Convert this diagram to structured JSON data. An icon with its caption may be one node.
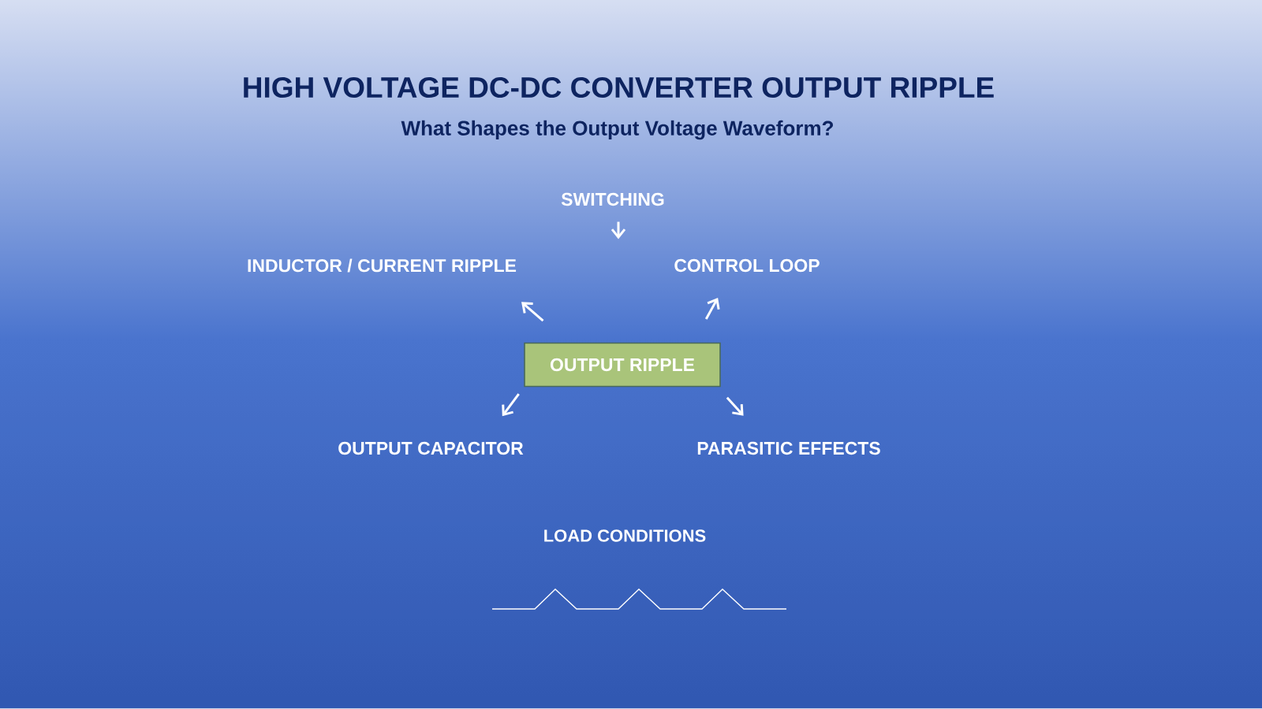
{
  "diagram": {
    "title": "HIGH VOLTAGE DC-DC CONVERTER OUTPUT RIPPLE",
    "caption": "What Shapes the Output Voltage Waveform?",
    "nodes": [
      {
        "text": [
          "SWITCHING"
        ]
      },
      {
        "text": [
          "INDUCTOR / CURRENT RIPPLE"
        ]
      },
      {
        "text": [
          "CONTROL LOOP"
        ]
      },
      {
        "text": [
          "OUTPUT RIPPLE"
        ]
      },
      {
        "text": [
          "OUTPUT CAPACITOR"
        ]
      },
      {
        "text": [
          "PARASITIC EFFECTS"
        ]
      }
    ],
    "edges": [
      {
        "from": 0,
        "to": null,
        "arrow": "to"
      },
      {
        "from": 3,
        "to": 1,
        "arrow": "to"
      },
      {
        "from": 3,
        "to": 2,
        "arrow": "to"
      },
      {
        "from": 3,
        "to": 4,
        "arrow": "to"
      },
      {
        "from": 3,
        "to": 5,
        "arrow": "to"
      }
    ],
    "labels": [
      "LOAD CONDITIONS"
    ]
  }
}
